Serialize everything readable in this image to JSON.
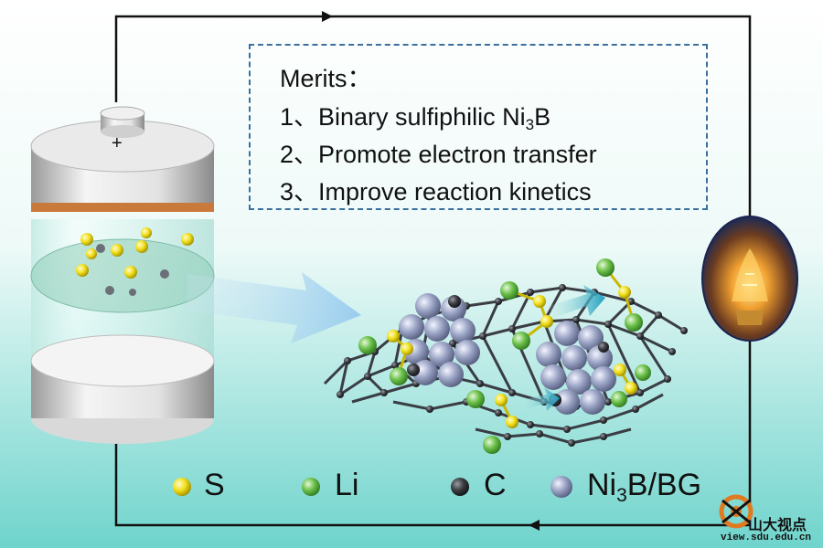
{
  "battery": {
    "terminal_sign": "+"
  },
  "merits": {
    "title": "Merits：",
    "items": [
      {
        "prefix": "1、Binary sulfiphilic Ni",
        "sub": "3",
        "suffix": "B"
      },
      {
        "prefix": "2、Promote electron transfer",
        "sub": "",
        "suffix": ""
      },
      {
        "prefix": "3、Improve reaction kinetics",
        "sub": "",
        "suffix": ""
      }
    ]
  },
  "legend": [
    {
      "label": "S",
      "sub": "",
      "suffix": "",
      "color": "#f2e01c",
      "icon": "sulfur-atom-icon"
    },
    {
      "label": "Li",
      "sub": "",
      "suffix": "",
      "color": "#6cc04a",
      "icon": "lithium-atom-icon"
    },
    {
      "label": "C",
      "sub": "",
      "suffix": "",
      "color": "#3b3d42",
      "icon": "carbon-atom-icon"
    },
    {
      "label": "Ni",
      "sub": "3",
      "suffix": "B/BG",
      "color": "#9aa3c4",
      "icon": "ni3b-bg-atom-icon"
    }
  ],
  "watermark": {
    "name": "山大视点",
    "url": "view.sdu.edu.cn"
  },
  "colors": {
    "background_top": "#ffffff",
    "background_bottom": "#6fd4cc",
    "dash_border": "#3a6f9e",
    "circuit_wire": "#111111"
  }
}
